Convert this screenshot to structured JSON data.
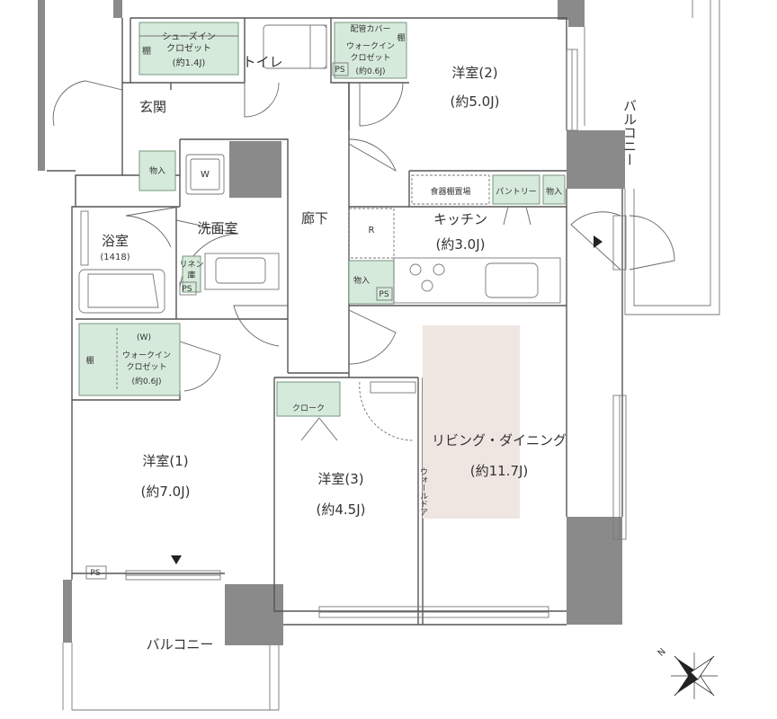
{
  "floor_plan": {
    "rooms": {
      "western_room_2": {
        "name": "洋室(2)",
        "size": "(約5.0J)"
      },
      "western_room_1": {
        "name": "洋室(1)",
        "size": "(約7.0J)"
      },
      "western_room_3": {
        "name": "洋室(3)",
        "size": "(約4.5J)"
      },
      "living_dining": {
        "name": "リビング・ダイニング",
        "size": "(約11.7J)"
      },
      "kitchen": {
        "name": "キッチン",
        "size": "(約3.0J)"
      },
      "bathroom": {
        "name": "浴室",
        "size": "(1418)"
      },
      "washroom": {
        "name": "洗面室"
      },
      "corridor": {
        "name": "廊下"
      },
      "entrance": {
        "name": "玄関"
      },
      "toilet": {
        "name": "トイレ"
      },
      "balcony_top": {
        "name": "バルコニー"
      },
      "balcony_bottom": {
        "name": "バルコニー"
      }
    },
    "storage": {
      "shoes_closet": {
        "line1": "シューズイン",
        "line2": "クロゼット",
        "size": "(約1.4J)",
        "shelf": "棚"
      },
      "walkin_top": {
        "line1": "ウォークイン",
        "line2": "クロゼット",
        "size": "(約0.6J)",
        "shelf": "棚",
        "cover": "配管カバー"
      },
      "walkin_left": {
        "w": "(W)",
        "line1": "ウォークイン",
        "line2": "クロゼット",
        "size": "(約0.6J)",
        "shelf": "棚"
      },
      "cloak": {
        "label": "クローク"
      },
      "store_entrance": {
        "label": "物入"
      },
      "store_kitchen": {
        "label": "物入"
      },
      "store_right": {
        "label": "物入"
      },
      "pantry": {
        "label": "パントリー"
      },
      "dish_shelf": {
        "label": "食器棚置場"
      },
      "linen": {
        "line1": "リネン",
        "line2": "庫"
      }
    },
    "fixtures": {
      "washer": "W",
      "fridge": "R",
      "wall_door": "ウォールドア"
    },
    "ps_labels": [
      "PS",
      "PS",
      "PS",
      "PS"
    ],
    "compass_letter": "N"
  }
}
